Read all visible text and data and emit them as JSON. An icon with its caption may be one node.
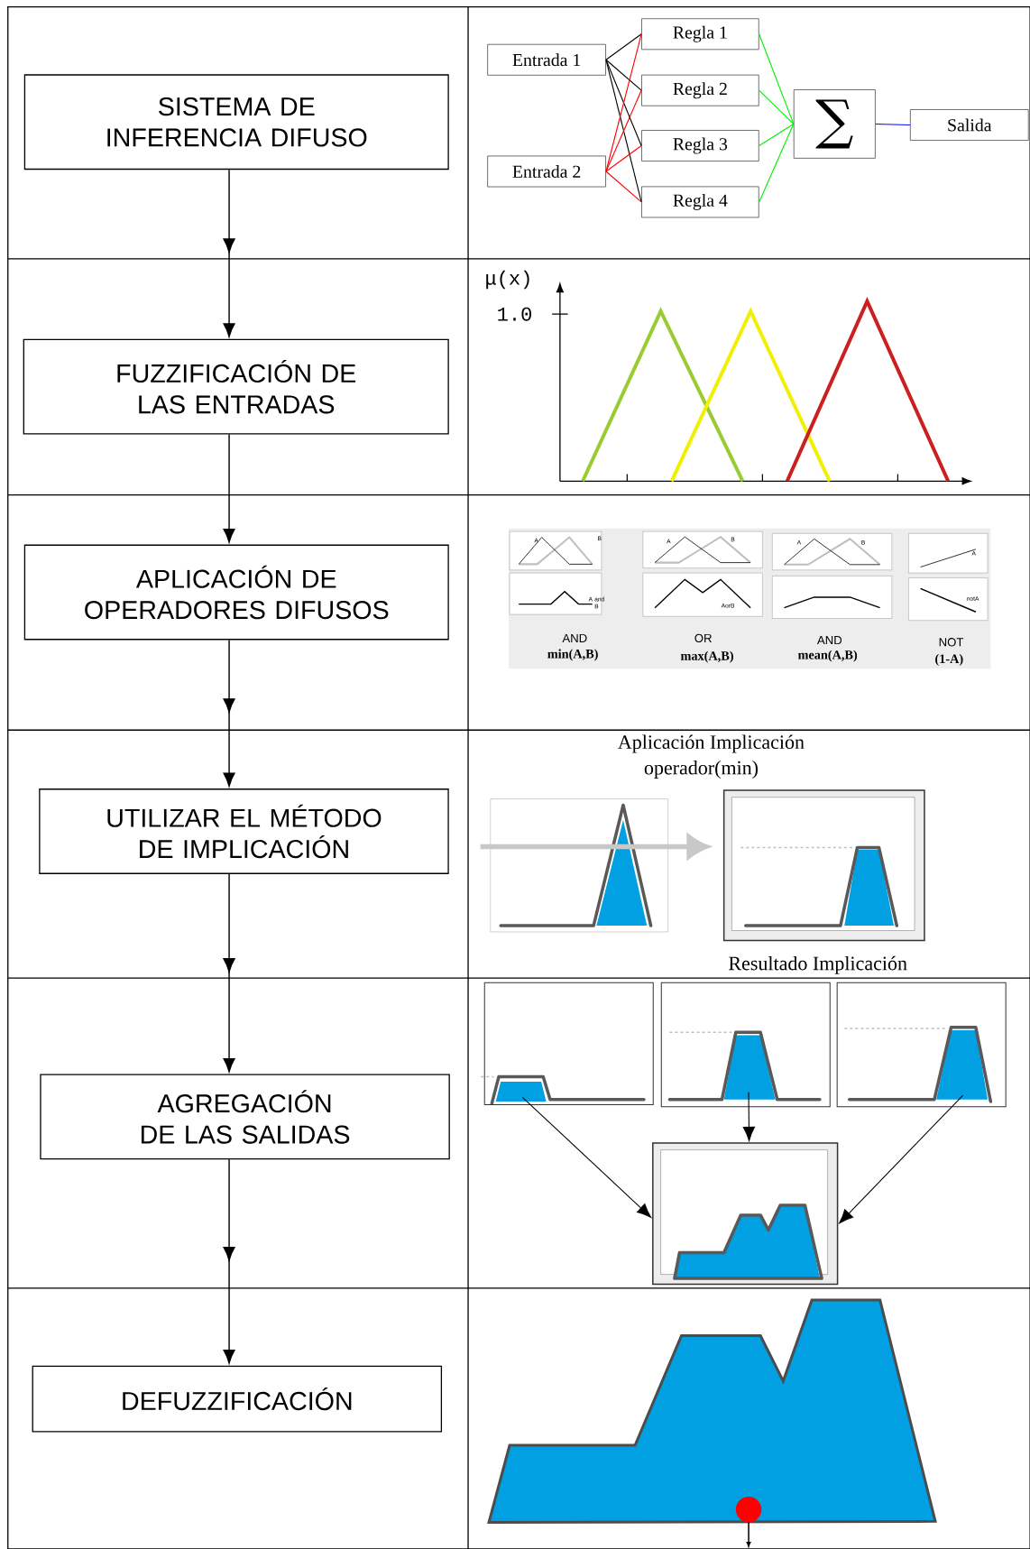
{
  "diagram": {
    "nodes": [
      {
        "text": [
          "SISTEMA DE INFERENCIA DIFUSO"
        ]
      },
      {
        "text": [
          "FUZZIFICACIÓN DE LAS ENTRADAS"
        ]
      },
      {
        "text": [
          "APLICACIÓN DE OPERADORES DIFUSOS"
        ]
      },
      {
        "text": [
          "UTILIZAR EL MÉTODO DE IMPLICACIÓN"
        ]
      },
      {
        "text": [
          "AGREGACIÓN DE LAS SALIDAS"
        ]
      },
      {
        "text": [
          "DEFUZZIFICACIÓN"
        ]
      },
      {
        "text": [
          "Entrada 1"
        ]
      },
      {
        "text": [
          "Entrada 2"
        ]
      },
      {
        "text": [
          "Regla 1"
        ]
      },
      {
        "text": [
          "Regla 2"
        ]
      },
      {
        "text": [
          "Regla 3"
        ]
      },
      {
        "text": [
          "Regla 4"
        ]
      },
      {
        "text": [
          "∑"
        ]
      },
      {
        "text": [
          "Salida"
        ]
      },
      {
        "text": [],
        "shape": "picture"
      },
      {
        "text": [],
        "shape": "picture"
      },
      {
        "text": [],
        "shape": "picture"
      },
      {
        "text": [],
        "shape": "picture"
      },
      {
        "text": [],
        "shape": "picture"
      },
      {
        "text": [],
        "shape": "picture"
      }
    ],
    "edges": [
      {
        "from": 0,
        "to": 1,
        "arrow": "to"
      },
      {
        "from": 1,
        "to": 2,
        "arrow": "to"
      },
      {
        "from": 2,
        "to": 3,
        "arrow": "to"
      },
      {
        "from": 3,
        "to": 4,
        "arrow": "to"
      },
      {
        "from": 4,
        "to": 5,
        "arrow": "to"
      },
      {
        "from": 6,
        "to": 8,
        "arrow": "none"
      },
      {
        "from": 6,
        "to": 9,
        "arrow": "none"
      },
      {
        "from": 6,
        "to": 10,
        "arrow": "none"
      },
      {
        "from": 6,
        "to": 11,
        "arrow": "none"
      },
      {
        "from": 7,
        "to": 8,
        "arrow": "none",
        "color": "#ff0000"
      },
      {
        "from": 7,
        "to": 9,
        "arrow": "none",
        "color": "#ff0000"
      },
      {
        "from": 7,
        "to": 10,
        "arrow": "none",
        "color": "#ff0000"
      },
      {
        "from": 7,
        "to": 11,
        "arrow": "none",
        "color": "#ff0000"
      },
      {
        "from": 8,
        "to": 12,
        "arrow": "none",
        "color": "#00ee00"
      },
      {
        "from": 9,
        "to": 12,
        "arrow": "none",
        "color": "#00ee00"
      },
      {
        "from": 10,
        "to": 12,
        "arrow": "none",
        "color": "#00ee00"
      },
      {
        "from": 11,
        "to": 12,
        "arrow": "none",
        "color": "#00ee00"
      },
      {
        "from": 12,
        "to": 13,
        "arrow": "none",
        "color": "#0000ff"
      },
      {
        "from": 14,
        "to": 15,
        "arrow": "to",
        "style": "thick",
        "color": "#c8c8c8"
      },
      {
        "from": 16,
        "to": 19,
        "arrow": "to"
      },
      {
        "from": 17,
        "to": 19,
        "arrow": "to"
      },
      {
        "from": 18,
        "to": 19,
        "arrow": "to"
      }
    ],
    "labels": [
      "μ(x)",
      "1.0",
      "A",
      "B",
      "A",
      "B",
      "A",
      "B",
      "A",
      "A and B",
      "AorB",
      "notA",
      "AND",
      "min(A,B)",
      "OR",
      "max(A,B)",
      "AND",
      "mean(A,B)",
      "NOT",
      "(1-A)",
      "Aplicación Implicación",
      "operador(min)",
      "Resultado Implicación"
    ]
  }
}
